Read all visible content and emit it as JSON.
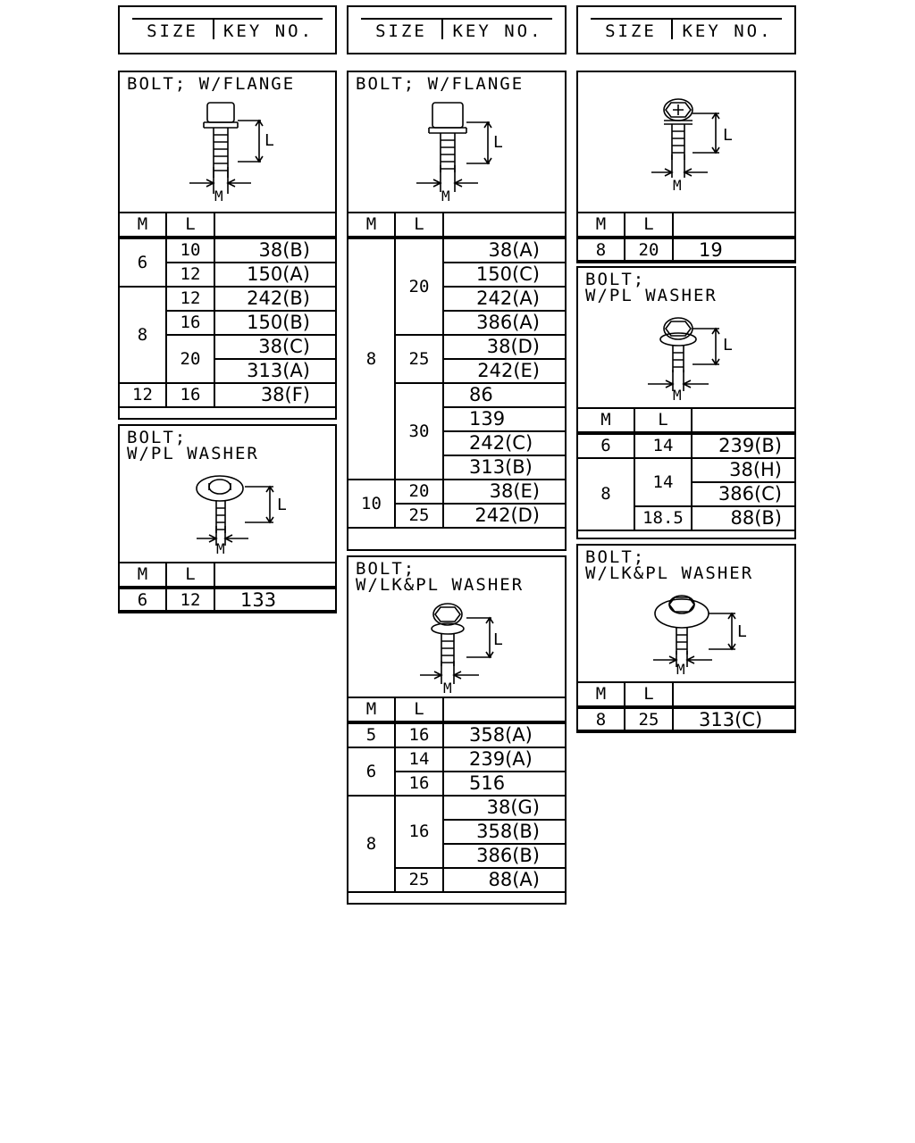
{
  "header": {
    "size_label": "SIZE",
    "key_label": "KEY NO."
  },
  "dims": {
    "m": "M",
    "l": "L"
  },
  "sections": {
    "a": {
      "title": "BOLT; W/FLANGE"
    },
    "b": {
      "title": "BOLT;\nW/PL WASHER"
    },
    "c": {
      "title": "BOLT; W/FLANGE"
    },
    "d": {
      "title": "BOLT;\nW/LK&PL WASHER"
    },
    "e": {
      "title": ""
    },
    "f": {
      "title": "BOLT;\nW/PL WASHER"
    },
    "g": {
      "title": "BOLT;\nW/LK&PL WASHER"
    }
  },
  "tables": {
    "a": [
      [
        "6",
        "10",
        "38(B)"
      ],
      [
        "",
        "12",
        "150(A)"
      ],
      [
        "8",
        "12",
        "242(B)"
      ],
      [
        "",
        "16",
        "150(B)"
      ],
      [
        "",
        "20",
        "38(C)"
      ],
      [
        "",
        "",
        "313(A)"
      ],
      [
        "12",
        "16",
        "38(F)"
      ]
    ],
    "b": [
      [
        "6",
        "12",
        "133"
      ]
    ],
    "c": [
      [
        "8",
        "20",
        "38(A)"
      ],
      [
        "",
        "",
        "150(C)"
      ],
      [
        "",
        "",
        "242(A)"
      ],
      [
        "",
        "",
        "386(A)"
      ],
      [
        "",
        "25",
        "38(D)"
      ],
      [
        "",
        "",
        "242(E)"
      ],
      [
        "",
        "30",
        "86"
      ],
      [
        "",
        "",
        "139"
      ],
      [
        "",
        "",
        "242(C)"
      ],
      [
        "",
        "",
        "313(B)"
      ],
      [
        "10",
        "20",
        "38(E)"
      ],
      [
        "",
        "25",
        "242(D)"
      ]
    ],
    "d": [
      [
        "5",
        "16",
        "358(A)"
      ],
      [
        "6",
        "14",
        "239(A)"
      ],
      [
        "",
        "16",
        "516"
      ],
      [
        "8",
        "16",
        "38(G)"
      ],
      [
        "",
        "",
        "358(B)"
      ],
      [
        "",
        "",
        "386(B)"
      ],
      [
        "",
        "25",
        "88(A)"
      ]
    ],
    "e": [
      [
        "8",
        "20",
        "19"
      ]
    ],
    "f": [
      [
        "6",
        "14",
        "239(B)"
      ],
      [
        "8",
        "14",
        "38(H)"
      ],
      [
        "",
        "",
        "386(C)"
      ],
      [
        "",
        "18.5",
        "88(B)"
      ]
    ],
    "g": [
      [
        "8",
        "25",
        "313(C)"
      ]
    ]
  }
}
